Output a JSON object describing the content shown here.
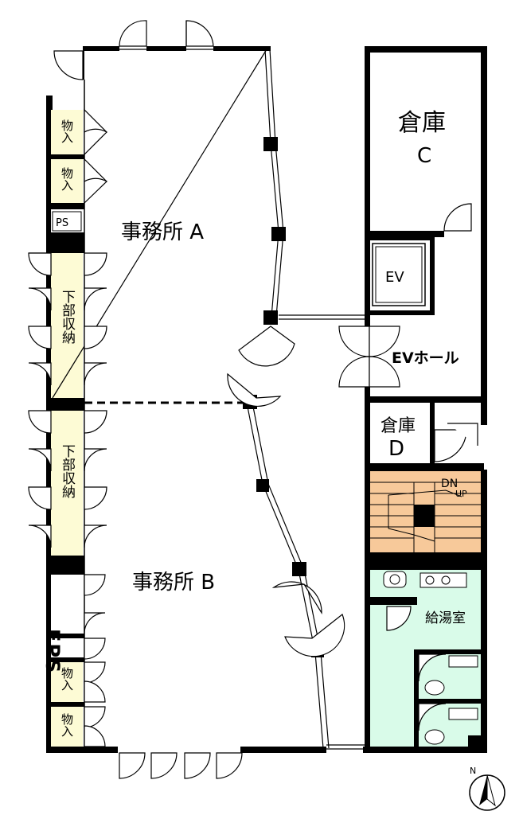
{
  "rooms": {
    "office_a": "事務所 A",
    "office_b": "事務所 B",
    "storage_c_title": "倉庫",
    "storage_c_letter": "C",
    "storage_d_title": "倉庫",
    "storage_d_letter": "D",
    "ev": "EV",
    "ev_hall": "EVホール",
    "kitchenette": "給湯室",
    "eps": "EPS",
    "ps": "PS"
  },
  "closets": {
    "closet_1": "物入",
    "closet_2": "物入",
    "closet_3": "物入",
    "closet_4": "物入",
    "under_storage_1": "下部収納",
    "under_storage_2": "下部収納"
  },
  "stairs": {
    "down": "DN",
    "up": "UP"
  },
  "compass": {
    "north": "N"
  },
  "colors": {
    "wall": "#000000",
    "closet_fill": "#fdfbd5",
    "stair_fill": "#f7c99a",
    "wet_area_fill": "#d9fbe9",
    "background": "#ffffff"
  }
}
